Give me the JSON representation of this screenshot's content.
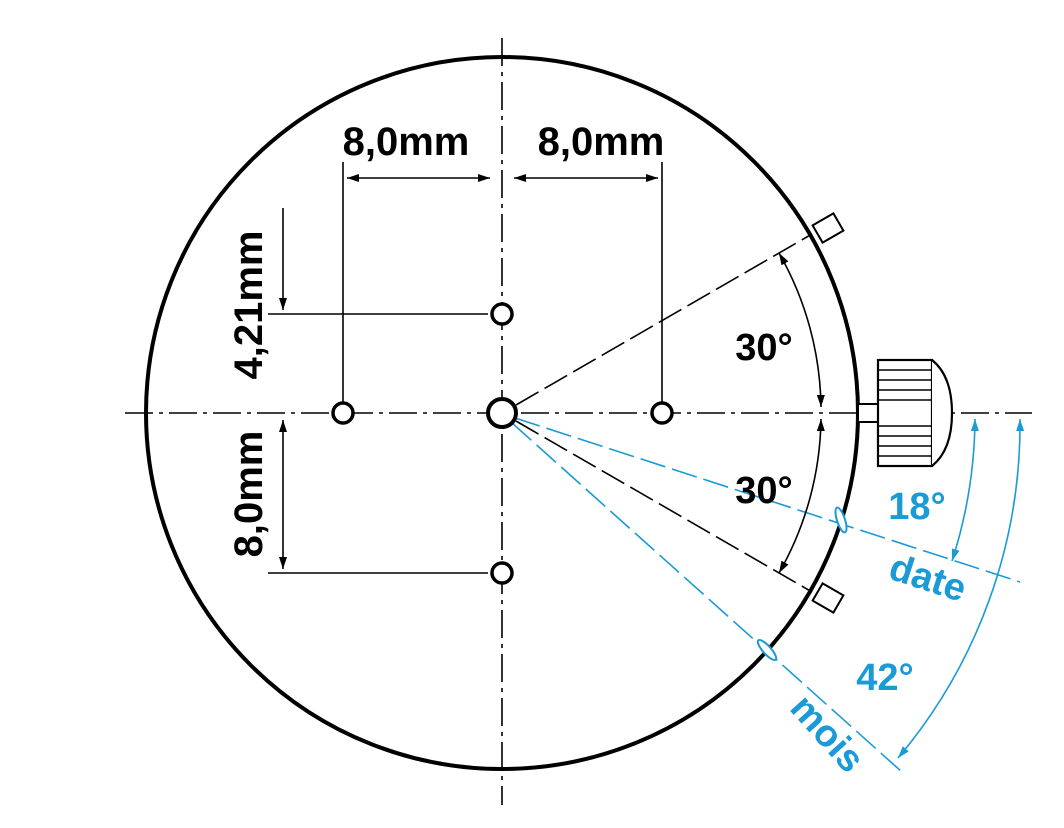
{
  "colors": {
    "ink": "#000000",
    "accent": "#1a9ad6",
    "background": "#ffffff"
  },
  "dimensions": {
    "left_spacing": "8,0mm",
    "right_spacing": "8,0mm",
    "upper_vertical": "4,21mm",
    "lower_vertical": "8,0mm"
  },
  "angles": {
    "upper_pusher": "30°",
    "lower_pusher": "30°",
    "date": "18°",
    "month": "42°"
  },
  "markers": {
    "date": "date",
    "month": "mois"
  }
}
